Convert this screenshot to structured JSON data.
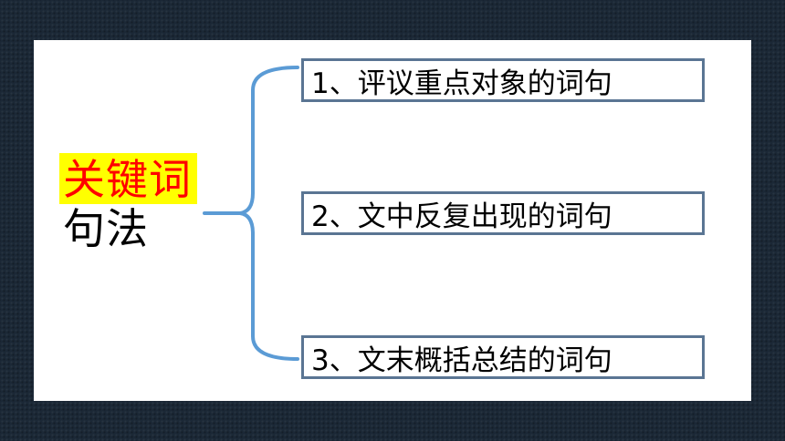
{
  "keyword": {
    "highlight": "关键词",
    "sub": "句法"
  },
  "items": [
    {
      "label": "1、评议重点对象的词句"
    },
    {
      "label": "2、文中反复出现的词句"
    },
    {
      "label": "3、文末概括总结的词句"
    }
  ],
  "colors": {
    "background": "#1b2836",
    "highlight_fill": "#ffff00",
    "highlight_text": "#ff0000",
    "brace": "#5b9bd5",
    "box_border": "#5a7593"
  }
}
